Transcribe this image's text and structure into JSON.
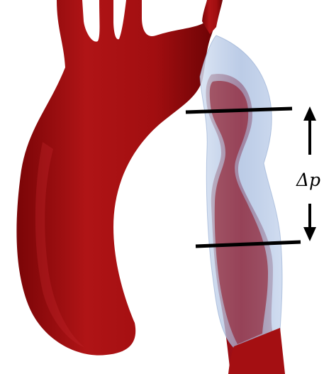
{
  "figure": {
    "pressure_label": "Δp"
  },
  "colors": {
    "vessel": "#a40f12",
    "vessel_dark": "#6e0406",
    "vessel_highlight": "#c8282a",
    "stent_shell": "#b7c9e6",
    "stent_shell_edge": "#8fa8d0",
    "marker": "#000000"
  },
  "elements": {
    "vessel": "aortic-arch-model",
    "shell": "translucent-stenosis-envelope",
    "markers": [
      "upper-measurement-line",
      "lower-measurement-line"
    ],
    "arrows": [
      "up-arrow-icon",
      "down-arrow-icon"
    ]
  }
}
